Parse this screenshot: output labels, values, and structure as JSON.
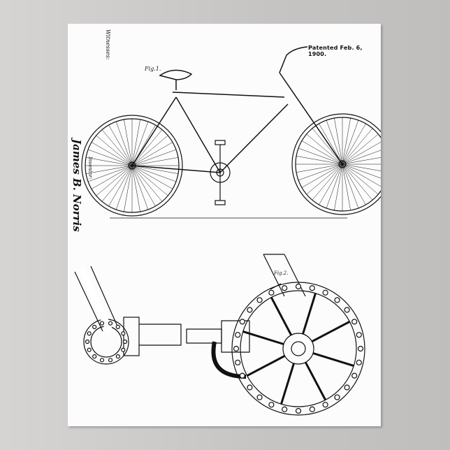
{
  "poster": {
    "patent_date": "Patented Feb. 6, 1900.",
    "fig1_label": "Fig.1.",
    "fig2_label": "Fig.2.",
    "witnesses_label": "Witnesses:",
    "inventor_label": "Inventor:",
    "inventor_signature": "James B. Norris"
  },
  "colors": {
    "ink": "#111111",
    "paper": "#fcfcfc",
    "wall": "#c6c4c3"
  }
}
